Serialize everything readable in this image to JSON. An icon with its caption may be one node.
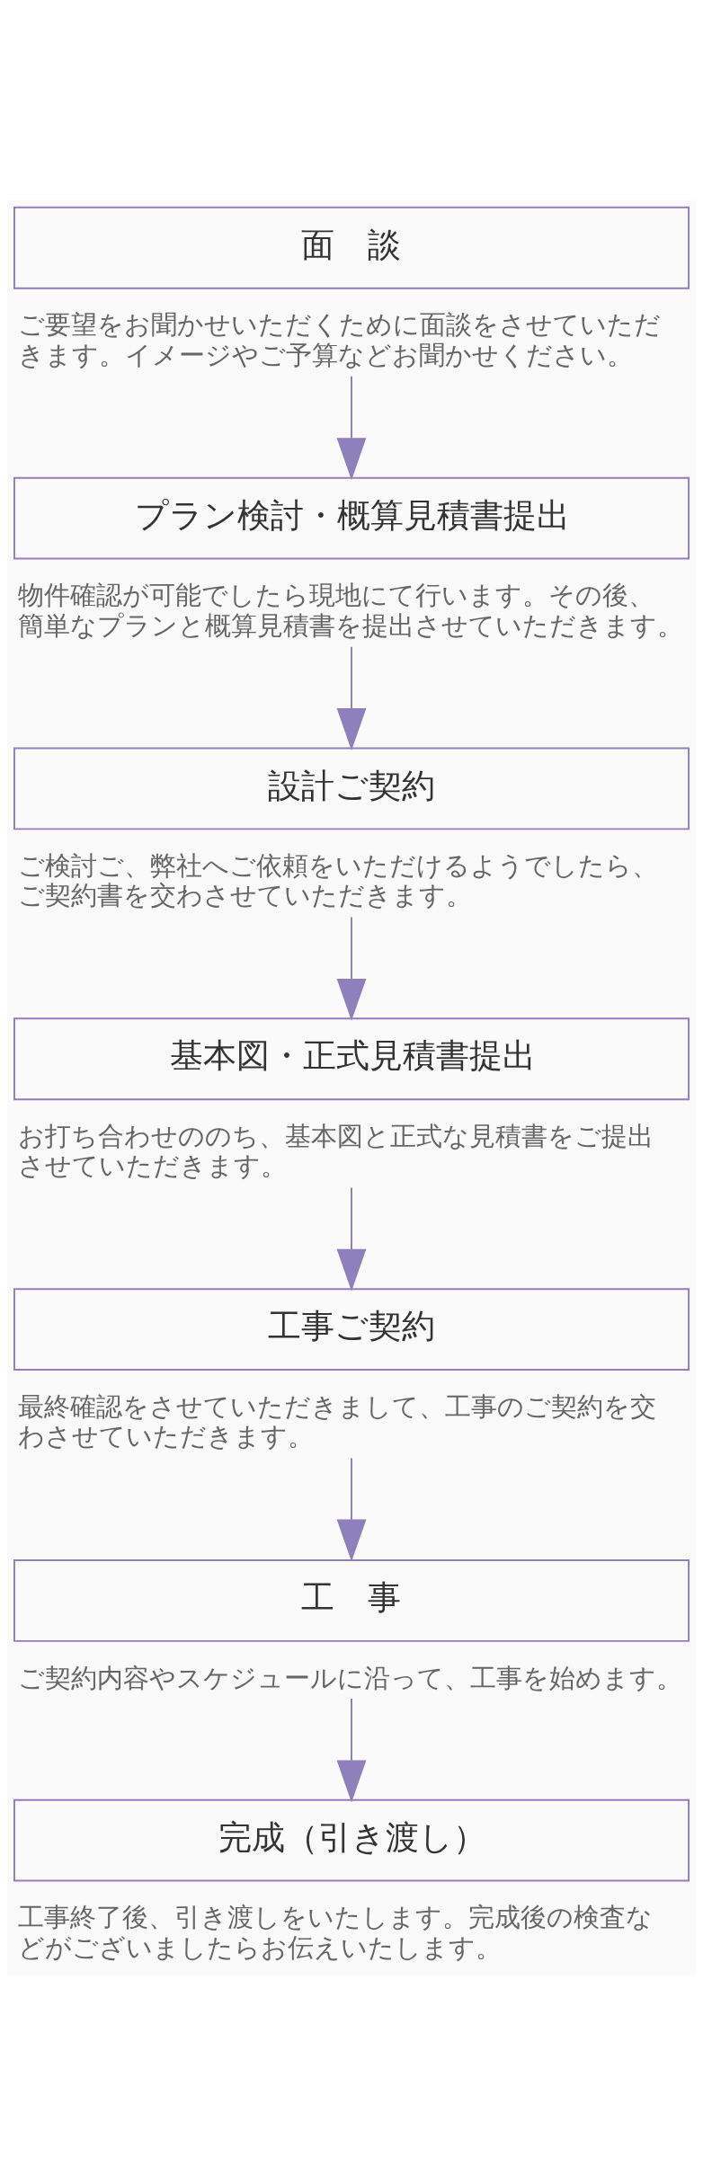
{
  "diagram": {
    "nodes": [
      {
        "text": [
          "面　談"
        ],
        "beside": [
          "ご要望をお聞かせいただくために面談をさせていただきます。イメージやご予算などお聞かせください。"
        ]
      },
      {
        "text": [
          "プラン検討・概算見積書提出"
        ],
        "beside": [
          "物件確認が可能でしたら現地にて行います。その後、簡単なプランと概算見積書を提出させていただきます。"
        ]
      },
      {
        "text": [
          "設計ご契約"
        ],
        "beside": [
          "ご検討ご、弊社へご依頼をいただけるようでしたら、ご契約書を交わさせていただきます。"
        ]
      },
      {
        "text": [
          "基本図・正式見積書提出"
        ],
        "beside": [
          "お打ち合わせののち、基本図と正式な見積書をご提出させていただきます。"
        ]
      },
      {
        "text": [
          "工事ご契約"
        ],
        "beside": [
          "最終確認をさせていただきまして、工事のご契約を交わさせていただきます。"
        ]
      },
      {
        "text": [
          "工　事"
        ],
        "beside": [
          "ご契約内容やスケジュールに沿って、工事を始めます。"
        ]
      },
      {
        "text": [
          "完成（引き渡し）"
        ],
        "beside": [
          "工事終了後、引き渡しをいたします。完成後の検査などがございましたらお伝えいたします。"
        ]
      }
    ],
    "edges": [
      {
        "from": 0,
        "to": 1,
        "arrow": "to"
      },
      {
        "from": 1,
        "to": 2,
        "arrow": "to"
      },
      {
        "from": 2,
        "to": 3,
        "arrow": "to"
      },
      {
        "from": 3,
        "to": 4,
        "arrow": "to"
      },
      {
        "from": 4,
        "to": 5,
        "arrow": "to"
      },
      {
        "from": 5,
        "to": 6,
        "arrow": "to"
      }
    ]
  }
}
